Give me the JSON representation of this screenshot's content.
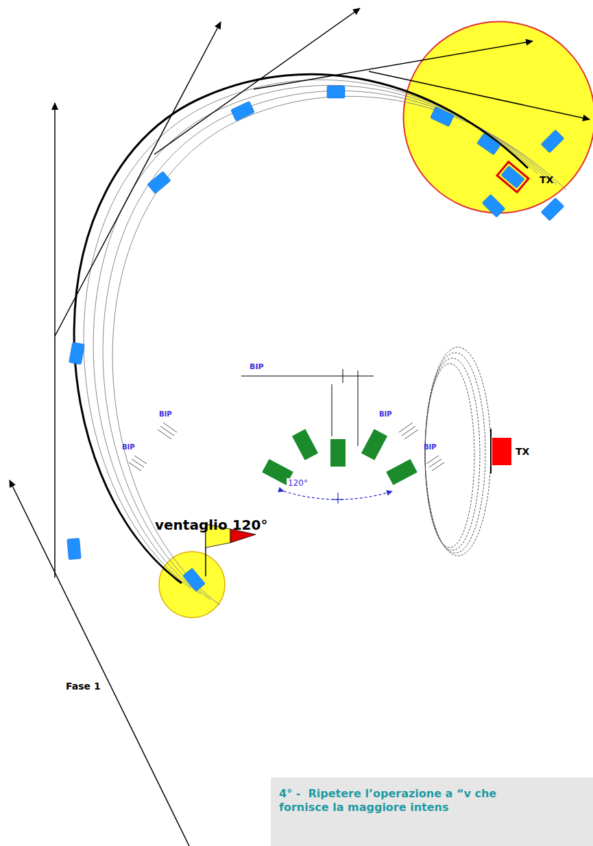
{
  "diagram": {
    "nodes": [
      {
        "text": [
          "TX"
        ]
      },
      {
        "text": [
          "4° -  Ripetere l’operazione a “v che fornisce la maggiore intens"
        ]
      }
    ],
    "labels": [
      "BIP",
      "BIP",
      "BIP",
      "BIP",
      "BIP",
      "120°",
      "TX",
      "ventaglio 120°",
      "Fase 1"
    ]
  }
}
